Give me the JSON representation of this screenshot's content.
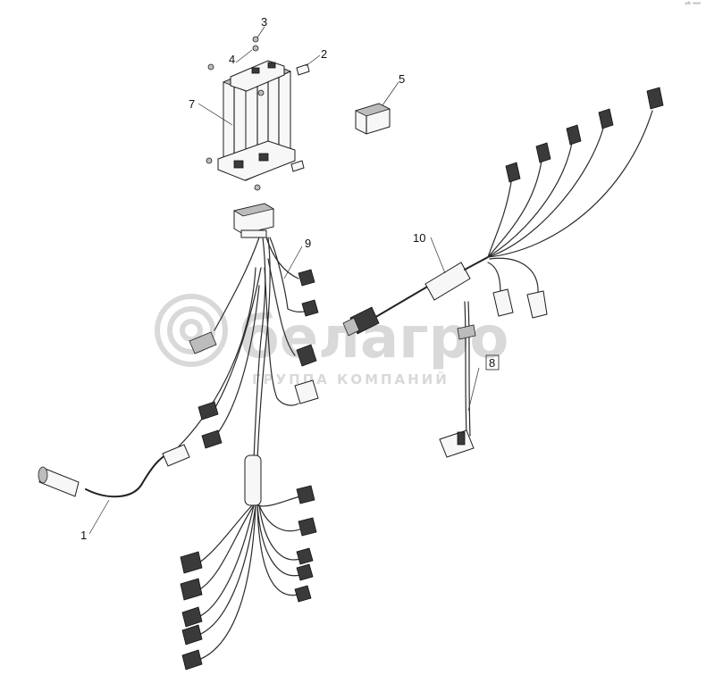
{
  "callouts": {
    "c1": "1",
    "c2": "2",
    "c3": "3",
    "c4": "4",
    "c5": "5",
    "c7": "7",
    "c8": "8",
    "c9": "9",
    "c10": "10"
  },
  "watermark": {
    "brand": "белагро",
    "subtitle": "ГРУППА КОМПАНИЙ"
  },
  "corner_mark": "ᵖᵇ ᵒᵒᵒ",
  "colors": {
    "line": "#222222",
    "watermark": "#d5d5d5",
    "background": "#ffffff"
  }
}
